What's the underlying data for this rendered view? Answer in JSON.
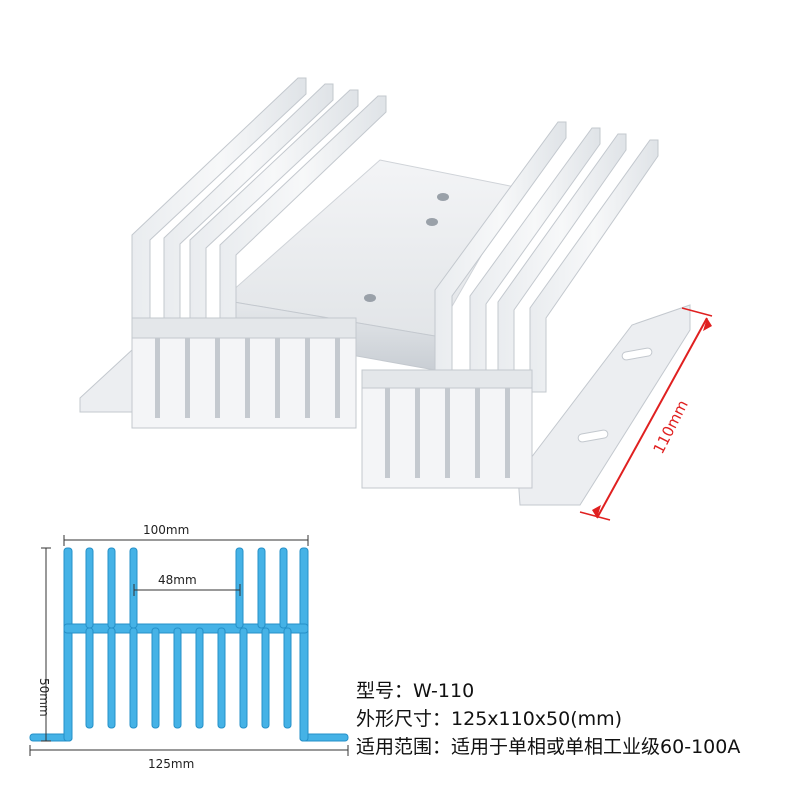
{
  "product_photo": {
    "dimension_label": "110mm",
    "colors": {
      "aluminum_light": "#f1f3f5",
      "aluminum_mid": "#dde1e5",
      "aluminum_dark": "#b9bfc6",
      "dimension_red": "#e02020"
    }
  },
  "cross_section": {
    "dim_top": "100mm",
    "dim_inner": "48mm",
    "dim_height": "50mm",
    "dim_bottom": "125mm",
    "colors": {
      "profile_fill": "#45b2e6",
      "profile_edge": "#2590c8",
      "dimension_line": "#333333"
    }
  },
  "specs": [
    {
      "label": "型号",
      "sep": "：",
      "value": "W-110"
    },
    {
      "label": "外形尺寸",
      "sep": "：",
      "value": "125x110x50(mm)"
    },
    {
      "label": "适用范围",
      "sep": "：",
      "value": "适用于单相或单相工业级60-100A"
    }
  ]
}
